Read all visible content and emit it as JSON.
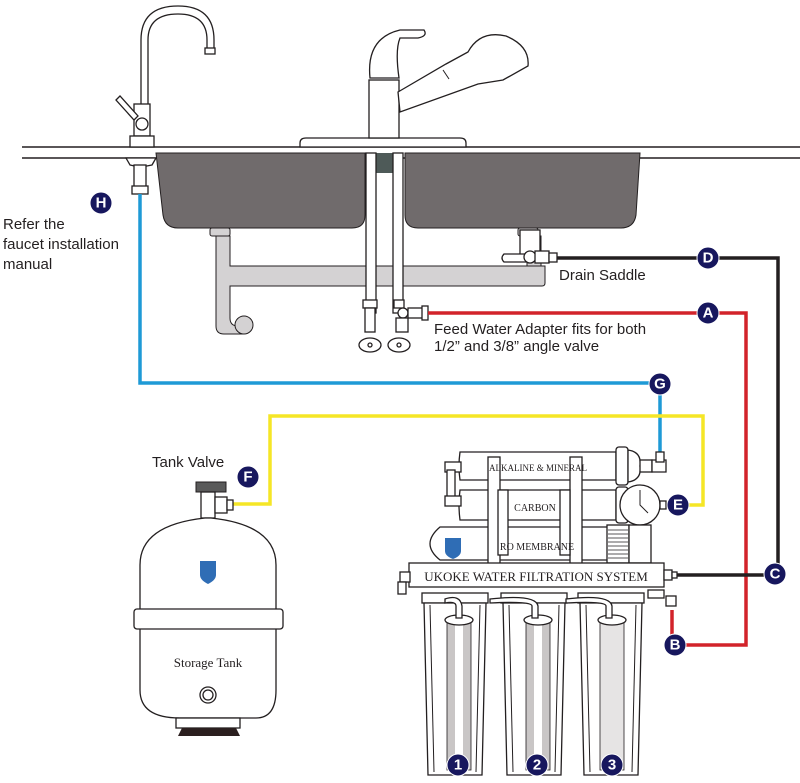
{
  "diagram": {
    "title": "UKOKE Water Filtration System installation diagram",
    "colors": {
      "blue_line": "#1e9ad6",
      "yellow_line": "#f5e626",
      "red_line": "#d2232a",
      "black_line": "#231f20",
      "badge_fill": "#17175e",
      "sink_fill": "#706b6c",
      "drain_pipe_fill": "#d4d2d3",
      "shield_blue": "#2f6db5"
    },
    "labels": {
      "faucet_note_line1": "Refer the",
      "faucet_note_line2": "faucet installation",
      "faucet_note_line3": "manual",
      "drain_saddle": "Drain Saddle",
      "feed_water_line1": "Feed Water Adapter fits for both",
      "feed_water_line2": "1/2” and 3/8” angle valve",
      "tank_valve": "Tank Valve",
      "storage_tank": "Storage Tank",
      "system_name": "UKOKE WATER FILTRATION  SYSTEM",
      "filter_alkaline": "ALKALINE & MINERAL",
      "filter_carbon": "CARBON",
      "filter_ro": "RO MEMBRANE"
    },
    "connection_points": [
      {
        "id": "A",
        "line": "red",
        "description": "feed water adapter"
      },
      {
        "id": "B",
        "line": "red",
        "description": "system inlet"
      },
      {
        "id": "C",
        "line": "black",
        "description": "system drain outlet"
      },
      {
        "id": "D",
        "line": "black",
        "description": "drain saddle"
      },
      {
        "id": "E",
        "line": "yellow",
        "description": "system tank port"
      },
      {
        "id": "F",
        "line": "yellow",
        "description": "tank valve"
      },
      {
        "id": "G",
        "line": "blue",
        "description": "system output"
      },
      {
        "id": "H",
        "line": "blue",
        "description": "faucet"
      }
    ],
    "stages": [
      "1",
      "2",
      "3"
    ]
  }
}
